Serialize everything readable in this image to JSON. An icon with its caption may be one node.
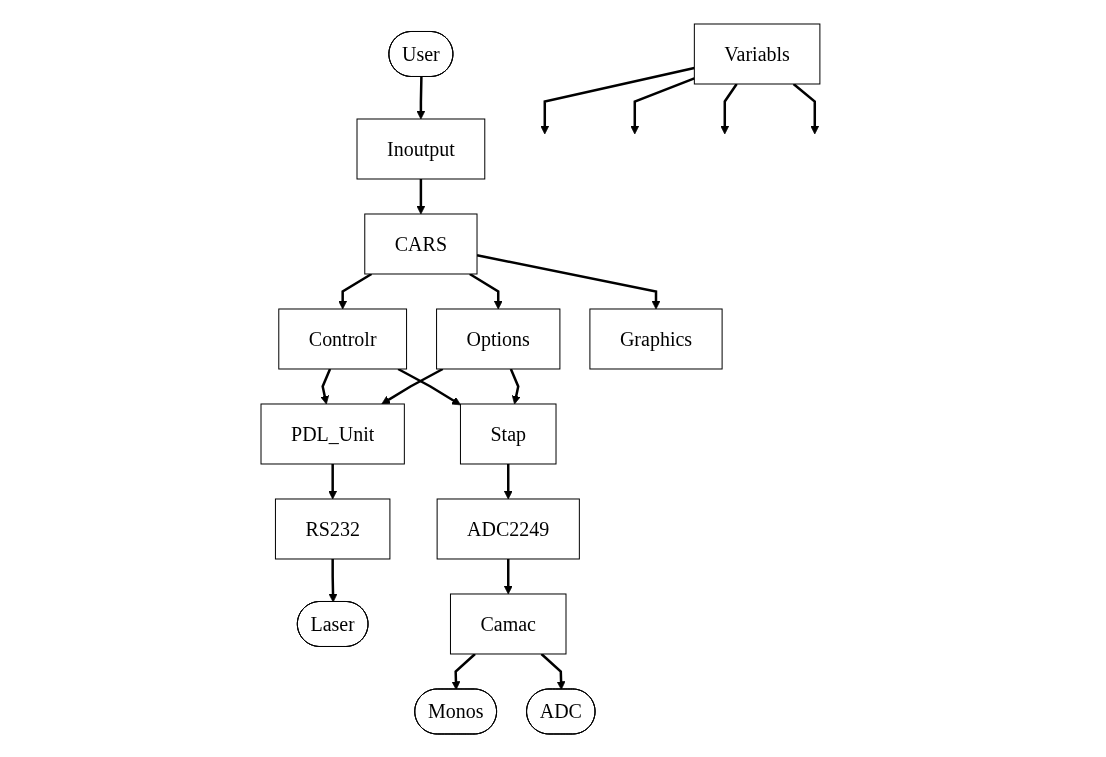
{
  "diagram": {
    "nodes": [
      {
        "text": [
          "User"
        ]
      },
      {
        "text": [
          "Inoutput"
        ]
      },
      {
        "text": [
          "CARS"
        ]
      },
      {
        "text": [
          "Controlr"
        ]
      },
      {
        "text": [
          "Options"
        ]
      },
      {
        "text": [
          "Graphics"
        ]
      },
      {
        "text": [
          "PDL_Unit"
        ]
      },
      {
        "text": [
          "Stap"
        ]
      },
      {
        "text": [
          "RS232"
        ]
      },
      {
        "text": [
          "ADC2249"
        ]
      },
      {
        "text": [
          "Laser"
        ]
      },
      {
        "text": [
          "Camac"
        ]
      },
      {
        "text": [
          "Monos"
        ]
      },
      {
        "text": [
          "ADC"
        ]
      },
      {
        "text": [
          "Variabls"
        ]
      }
    ],
    "edges": [
      {
        "from": 0,
        "to": 1,
        "arrow": "to"
      },
      {
        "from": 1,
        "to": 2,
        "arrow": "to"
      },
      {
        "from": 2,
        "to": 3,
        "arrow": "to"
      },
      {
        "from": 2,
        "to": 4,
        "arrow": "to"
      },
      {
        "from": 2,
        "to": 5,
        "arrow": "to"
      },
      {
        "from": 3,
        "to": 6,
        "arrow": "to"
      },
      {
        "from": 3,
        "to": 7,
        "arrow": "to"
      },
      {
        "from": 4,
        "to": 6,
        "arrow": "to"
      },
      {
        "from": 4,
        "to": 7,
        "arrow": "to"
      },
      {
        "from": 6,
        "to": 8,
        "arrow": "to"
      },
      {
        "from": 8,
        "to": 10,
        "arrow": "to"
      },
      {
        "from": 7,
        "to": 9,
        "arrow": "to"
      },
      {
        "from": 9,
        "to": 11,
        "arrow": "to"
      },
      {
        "from": 11,
        "to": 12,
        "arrow": "to"
      },
      {
        "from": 11,
        "to": 13,
        "arrow": "to"
      },
      {
        "from": 14,
        "to": null,
        "arrow": "to"
      },
      {
        "from": 14,
        "to": null,
        "arrow": "to"
      },
      {
        "from": 14,
        "to": null,
        "arrow": "to"
      },
      {
        "from": 14,
        "to": null,
        "arrow": "to"
      }
    ]
  }
}
